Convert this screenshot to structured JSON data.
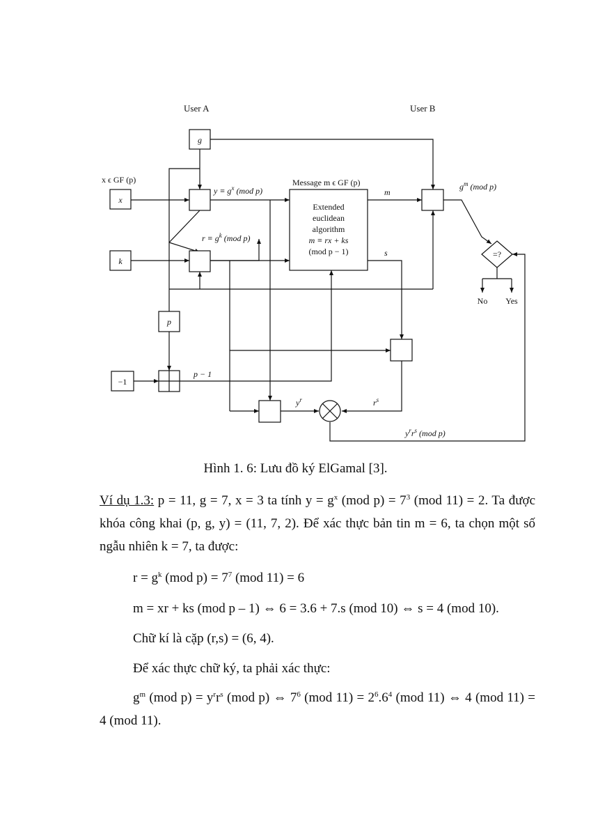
{
  "diagram": {
    "user_a": "User A",
    "user_b": "User B",
    "g_box": "g",
    "x_in": "x ϵ GF (p)",
    "x_box": "x",
    "k_box": "k",
    "p_box": "p",
    "neg1_box": "−1",
    "y_base": "y ≡ g",
    "y_exp": "x",
    "y_mod": " (mod p)",
    "r_base": "r ≡ g",
    "r_exp": "k",
    "r_mod": " (mod p)",
    "message": "Message m ϵ GF (p)",
    "euclid_lines": [
      "Extended",
      "euclidean",
      "algorithm",
      "m ≡ rx + ks",
      "(mod p − 1)"
    ],
    "m_label": "m",
    "s_label": "s",
    "gm_base": "g",
    "gm_exp": "m",
    "gm_mod": " (mod p)",
    "compare": "=?",
    "no": "No",
    "yes": "Yes",
    "pm1": "p − 1",
    "yr_base": "y",
    "yr_exp": "r",
    "rs_base": "r",
    "rs_exp": "s",
    "yrrs_y": "y",
    "yrrs_r1": "r",
    "yrrs_r": "r",
    "yrrs_s": "s",
    "yrrs_mod": " (mod p)"
  },
  "caption": "Hình 1. 6: Lưu đồ ký ElGamal [3].",
  "example": {
    "label": "Ví dụ 1.3:",
    "l1a": " p = 11, g = 7, x = 3 ta tính y = g",
    "l1b": "x",
    "l1c": " (mod p) = 7",
    "l1d": "3",
    "l1e": " (mod 11) = 2. Ta được khóa công khai (p, g, y) = (11, 7, 2). Để xác thực bản tin m = 6, ta chọn một số ngẫu nhiên k = 7, ta được:"
  },
  "line_r": {
    "a": "r = g",
    "b": "k",
    "c": " (mod p) = 7",
    "d": "7",
    "e": " (mod 11) = 6"
  },
  "line_m": "m = xr + ks (mod p – 1) ⇔ 6 = 3.6 + 7.s (mod 10) ⇔ s = 4 (mod 10).",
  "line_sig": "Chữ kí là cặp (r,s) = (6, 4).",
  "line_verify": "Để xác thực chữ ký, ta phải xác thực:",
  "line_g": {
    "a": "g",
    "b": "m",
    "c": " (mod p) = y",
    "d": "r",
    "e": "r",
    "f": "s",
    "g": " (mod p) ⇔ 7",
    "h": "6",
    "i": " (mod 11) = 2",
    "j": "6",
    "k": ".6",
    "l": "4",
    "m": " (mod 11) ⇔ 4 (mod 11) = 4 (mod 11)."
  }
}
